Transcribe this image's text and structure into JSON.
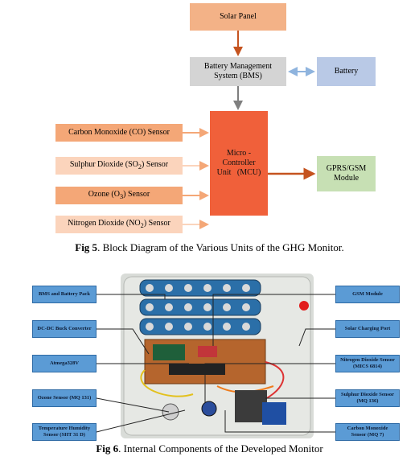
{
  "figure5": {
    "solar_panel": "Solar Panel",
    "bms_line1": "Battery Management",
    "bms_line2": "System (BMS)",
    "battery": "Battery",
    "mcu_line1": "Micro -",
    "mcu_line2": "Controller",
    "mcu_line3": "Unit   (MCU)",
    "gprs_line1": "GPRS/GSM",
    "gprs_line2": "Module",
    "sensor_co": "Carbon Monoxide (CO) Sensor",
    "sensor_so2_pre": "Sulphur Dioxide (SO",
    "sensor_so2_sub": "2",
    "sensor_so2_post": ") Sensor",
    "sensor_o3_pre": "Ozone (O",
    "sensor_o3_sub": "3",
    "sensor_o3_post": ") Sensor",
    "sensor_no2_pre": "Nitrogen Dioxide (NO",
    "sensor_no2_sub": "2",
    "sensor_no2_post": ") Sensor",
    "caption_label": "Fig 5",
    "caption_text": ". Block Diagram of the Various Units of the GHG Monitor."
  },
  "figure6": {
    "bms_pack": "BMS and Battery Pack",
    "dcdc": "DC-DC Buck Converter",
    "atmega": "Atmega328V",
    "ozone": "Ozone Sensor (MQ 131)",
    "temp_line1": "Temperature Humidity",
    "temp_line2": "Sensor (SHT 31 D)",
    "gsm": "GSM Module",
    "solar_port": "Solar Charging Port",
    "no2_line1": "Nitrogen Dioxide Sensor",
    "no2_line2": "(MICS 6814)",
    "so2_line1": "Sulphur Dioxide Sensor",
    "so2_line2": "(MQ 136)",
    "co_line1": "Carbon Monoxide",
    "co_line2": "Sensor (MQ 7)",
    "caption_label": "Fig 6",
    "caption_text": ". Internal Components of the Developed Monitor"
  },
  "colors": {
    "solar": "#f3b287",
    "bms": "#d4d4d4",
    "battery": "#b9c9e6",
    "mcu": "#f0603a",
    "gprs": "#c7e0b4",
    "sensor_dark": "#f4a777",
    "sensor_light": "#fbd4bc",
    "label_blue": "#5b9bd5",
    "arrow_orange": "#c5531f",
    "arrow_grey": "#7f7f7f",
    "arrow_blue": "#8fb4de"
  }
}
